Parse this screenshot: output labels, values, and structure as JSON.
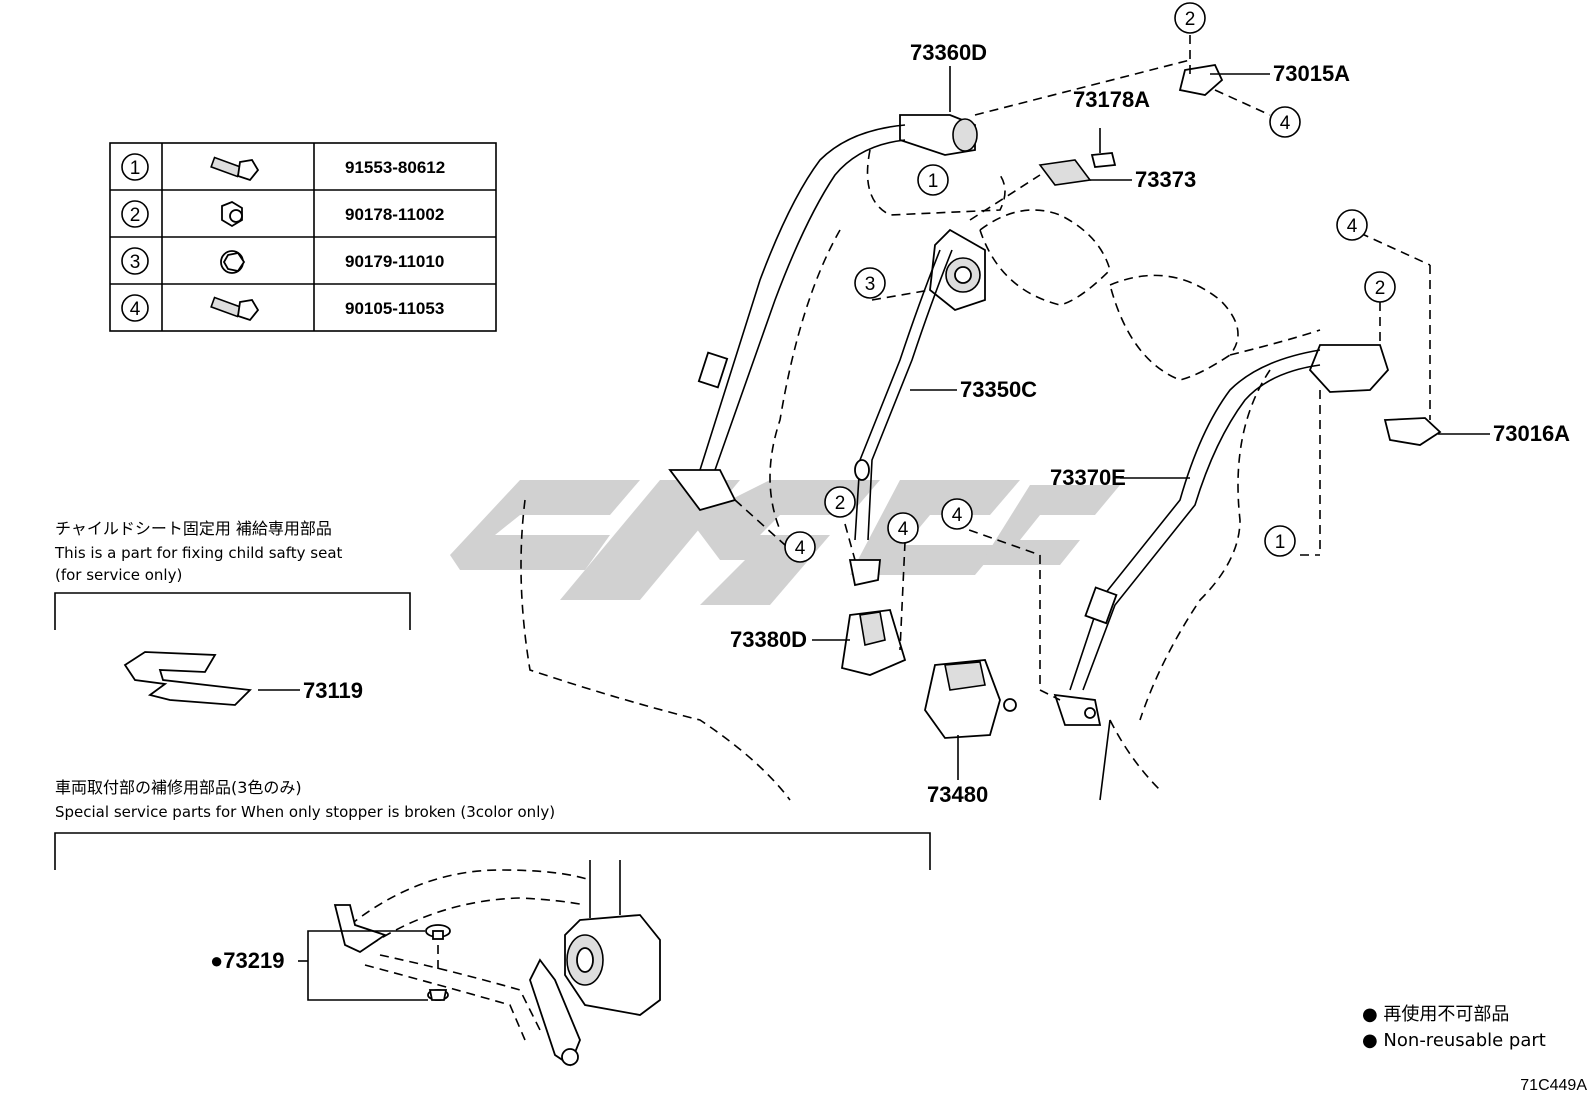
{
  "fastener_table": [
    {
      "index": "1",
      "part_no": "91553-80612"
    },
    {
      "index": "2",
      "part_no": "90178-11002"
    },
    {
      "index": "3",
      "part_no": "90179-11010"
    },
    {
      "index": "4",
      "part_no": "90105-11053"
    }
  ],
  "part_labels": {
    "p73360D": "73360D",
    "p73015A": "73015A",
    "p73178A": "73178A",
    "p73373": "73373",
    "p73350C": "73350C",
    "p73016A": "73016A",
    "p73370E": "73370E",
    "p73380D": "73380D",
    "p73480": "73480",
    "p73119": "73119",
    "p73219": "●73219"
  },
  "callouts": {
    "c1": "1",
    "c2": "2",
    "c3": "3",
    "c4": "4"
  },
  "notes": {
    "child_seat_jp": "チャイルドシート固定用 補給専用部品",
    "child_seat_en": "This is a part for fixing child safty seat",
    "child_seat_en2": "(for service only)",
    "stopper_jp": "車両取付部の補修用部品(3色のみ)",
    "stopper_en": "Special service parts for When only stopper is broken (3color only)"
  },
  "legend": {
    "line1": "● 再使用不可部品",
    "line2": "● Non-reusable part"
  },
  "diagram_code": "71C449A"
}
